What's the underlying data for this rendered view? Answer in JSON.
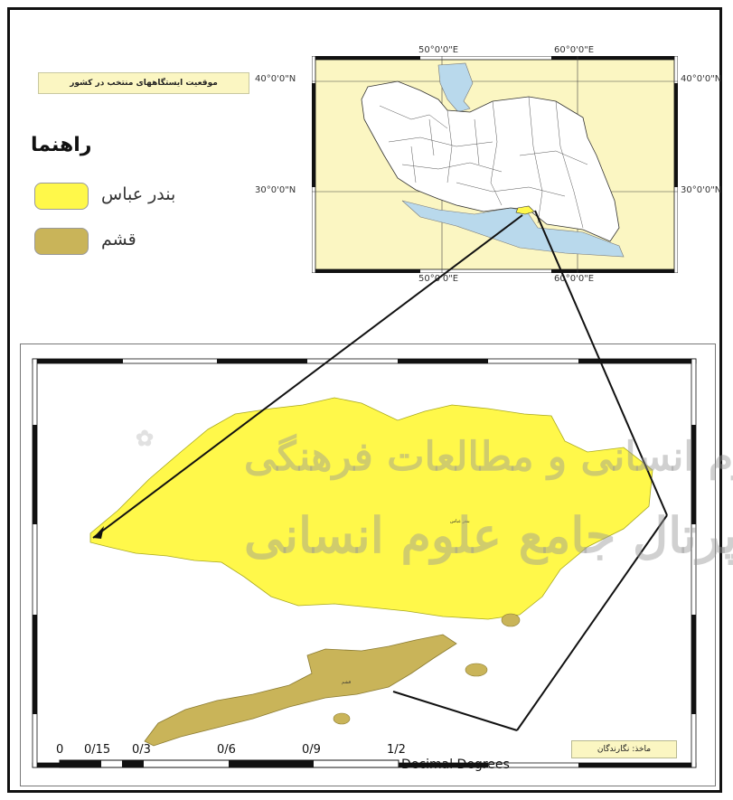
{
  "map_title": "موقعیت ایستگاههای منتخب در کشور",
  "legend": {
    "title": "راهنما",
    "items": [
      {
        "label": "بندر عباس",
        "color": "#fff84a"
      },
      {
        "label": "قشم",
        "color": "#c9b459"
      }
    ]
  },
  "inset": {
    "lon_top": [
      "50°0'0\"E",
      "60°0'0\"E"
    ],
    "lon_bottom": [
      "50°0'0\"E",
      "60°0'0\"E"
    ],
    "lat_left": [
      "40°0'0\"N",
      "30°0'0\"N"
    ],
    "lat_right": [
      "40°0'0\"N",
      "30°0'0\"N"
    ],
    "colors": {
      "background": "#fbf6c2",
      "sea": "#b9d9ec",
      "land": "#ffffff",
      "highlight": "#fff84a"
    }
  },
  "main_map": {
    "region_label": "بندر عباس",
    "island_label": "قشم",
    "scale_ticks": [
      "0",
      "0/15",
      "0/3",
      "0/6",
      "0/9",
      "1/2"
    ],
    "scale_unit": "Decimal Degrees"
  },
  "author_box": "ماخذ: نگارندگان",
  "watermark": {
    "line1": "پژوهشگاه علوم انسانی و مطالعات فرهنگی",
    "line2": "پرتال جامع علوم انسانی"
  }
}
